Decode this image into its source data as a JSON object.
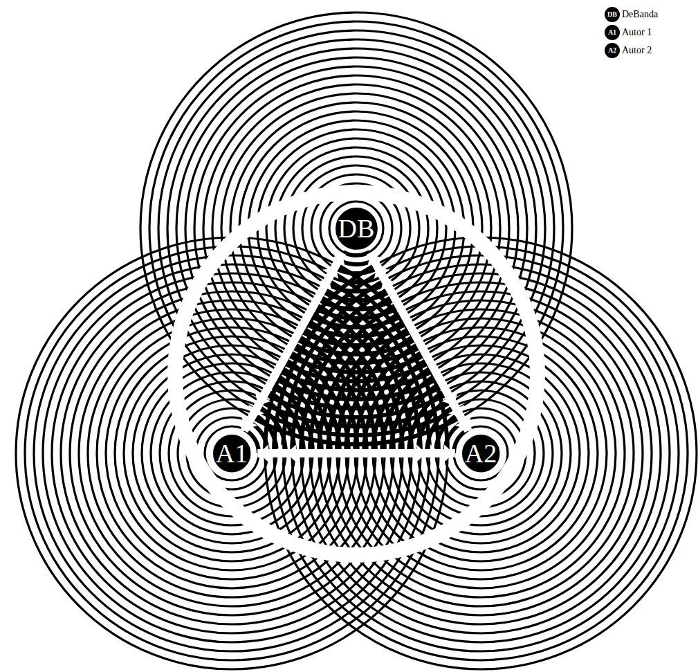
{
  "diagram": {
    "nodes": [
      {
        "text": [
          "DB"
        ]
      },
      {
        "text": [
          "A1"
        ]
      },
      {
        "text": [
          "A2"
        ]
      }
    ],
    "edges": [
      {
        "from": 0,
        "to": 1,
        "arrow": "both"
      },
      {
        "from": 0,
        "to": 2,
        "arrow": "both"
      },
      {
        "from": 1,
        "to": 2,
        "arrow": "both"
      }
    ],
    "labels": [
      "DB",
      "A1",
      "A2"
    ],
    "legend": [
      {
        "text": "DeBanda"
      },
      {
        "text": "Autor 1"
      },
      {
        "text": "Autor 2"
      }
    ]
  }
}
